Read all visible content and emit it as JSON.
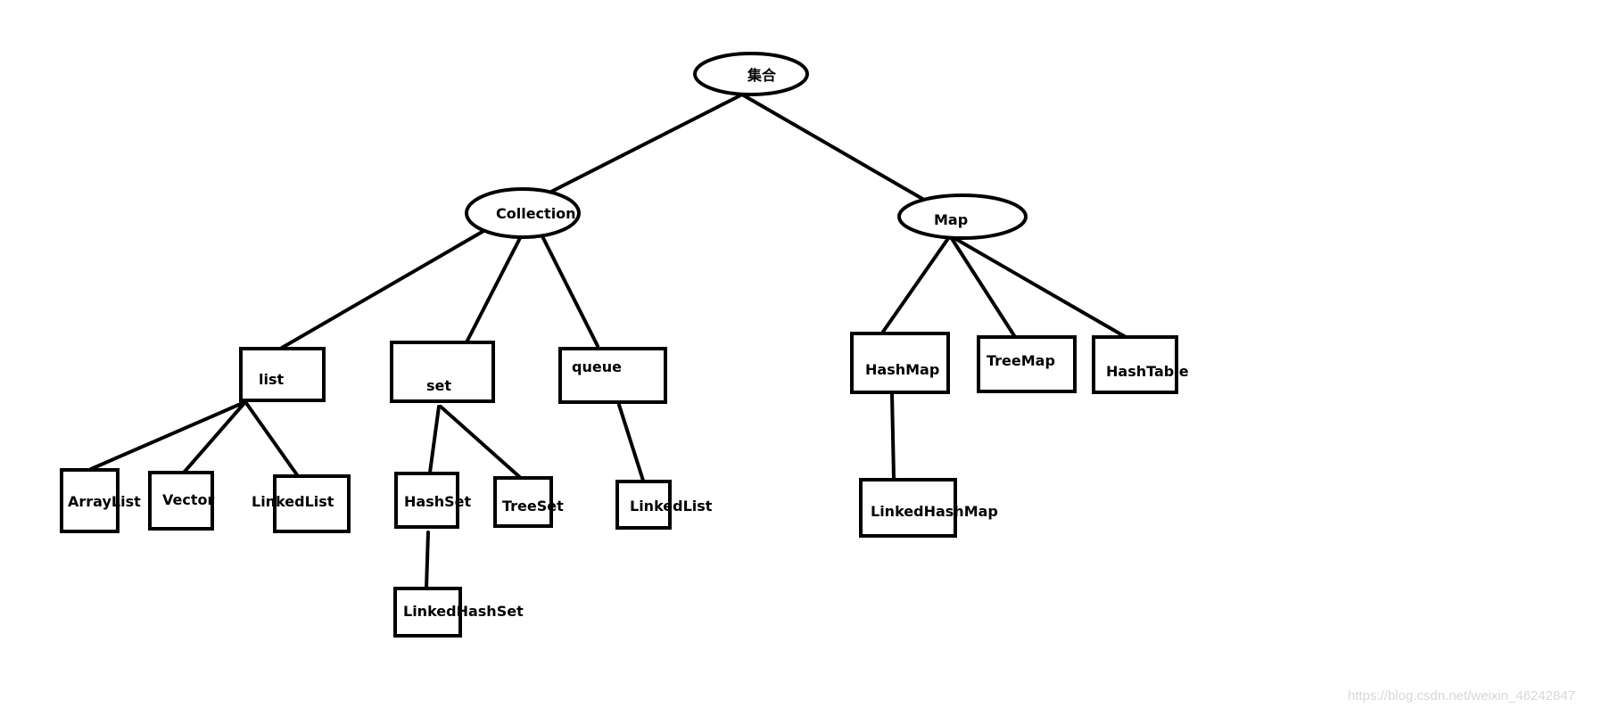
{
  "nodes": {
    "root": "集合",
    "collection": "Collection",
    "map": "Map",
    "list": "list",
    "set": "set",
    "queue": "queue",
    "hashmap": "HashMap",
    "treemap": "TreeMap",
    "hashtable": "HashTable",
    "arraylist": "ArrayList",
    "vector": "Vector",
    "linkedlist_list": "LinkedList",
    "hashset": "HashSet",
    "treeset": "TreeSet",
    "linkedlist_queue": "LinkedList",
    "linkedhashset": "LinkedHashSet",
    "linkedhashmap": "LinkedHashMap"
  },
  "watermark": "https://blog.csdn.net/weixin_46242847"
}
